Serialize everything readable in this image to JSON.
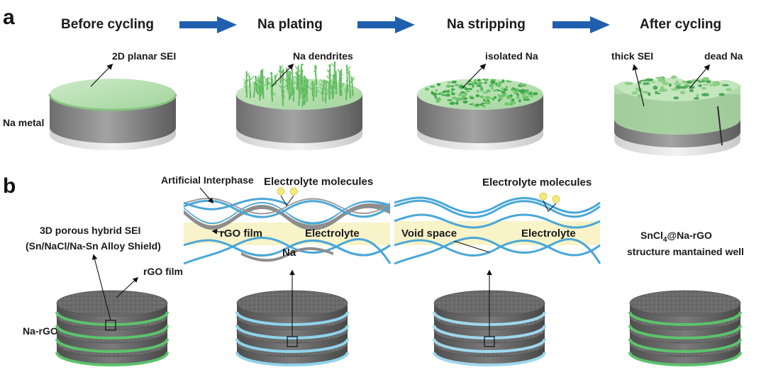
{
  "panel_a": {
    "letter": "a",
    "steps": [
      {
        "title": "Before cycling",
        "callouts": [
          "2D planar SEI"
        ]
      },
      {
        "title": "Na plating",
        "callouts": [
          "Na dendrites"
        ]
      },
      {
        "title": "Na stripping",
        "callouts": [
          "isolated Na"
        ]
      },
      {
        "title": "After cycling",
        "callouts": [
          "thick SEI",
          "dead Na"
        ]
      }
    ],
    "side_label": "Na metal"
  },
  "panel_b": {
    "letter": "b",
    "left_labels": {
      "sei_line1": "3D porous hybrid SEI",
      "sei_line2": "(Sn/NaCl/Na-Sn Alloy Shield)",
      "film": "rGO film",
      "electrode": "Na-rGO"
    },
    "zoom1": {
      "title_left": "Artificial Interphase",
      "title_right": "Electrolyte molecules",
      "film": "rGO film",
      "electrolyte": "Electrolyte",
      "metal": "Na"
    },
    "zoom2": {
      "title": "Electrolyte molecules",
      "void": "Void space",
      "electrolyte": "Electrolyte"
    },
    "right_label": {
      "line1_prefix": "SnCl",
      "line1_sub": "4",
      "line1_suffix": "@Na-rGO",
      "line2": "structure mantained well"
    }
  },
  "colors": {
    "sei_green": "#b5e0b0",
    "dendrite_green": "#69c267",
    "metal_grey": "#8a8a8a",
    "arrow_blue": "#1f5fae",
    "rgo_dark": "#5e5e5e",
    "rgo_layer_green": "#58b86a",
    "electrolyte_yellow": "#f8f3c8",
    "film_blue_edge": "#4aa7d8",
    "molecule_yellow": "#f2ea7a"
  }
}
